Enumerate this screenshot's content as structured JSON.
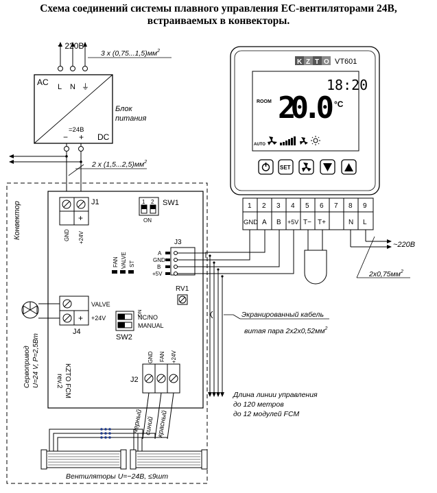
{
  "title": {
    "line1": "Схема соединений системы плавного управления ЕС-вентиляторами 24В,",
    "line2": "встраиваемых в конвекторы."
  },
  "power_supply": {
    "mains": "~ 220В",
    "input_cable": "3 x (0,75...1,5)мм",
    "input_cable_sup": "2",
    "ac": "AC",
    "dc": "DC",
    "l": "L",
    "n": "N",
    "pe": "⏚",
    "out_voltage": "=24В",
    "minus": "−",
    "plus": "+",
    "name_l1": "Блок",
    "name_l2": "питания"
  },
  "out_cable": {
    "text": "2 x (1,5...2,5)мм",
    "sup": "2"
  },
  "convector": {
    "label": "Конвектор",
    "j1": "J1",
    "j1_gnd": "GND",
    "j1_24v": "+24V",
    "sw1": "SW1",
    "sw1_1": "1",
    "sw1_2": "2",
    "sw1_on": "ON",
    "leds": [
      "FAN",
      "VALVE",
      "ST"
    ],
    "j3": "J3",
    "j3_pins": [
      "A",
      "GND",
      "B",
      "+5V"
    ],
    "rv1": "RV1",
    "j4": "J4",
    "j4_valve": "VALVE",
    "j4_24v": "+24V",
    "sw2": "SW2",
    "sw2_nc_no": "NC/NO",
    "sw2_manual": "MANUAL",
    "sw2_on": "ON",
    "board_name": "KZTO FCM",
    "board_rev": "rev.2",
    "j2": "J2",
    "j2_pins": [
      "GND",
      "FAN",
      "+24V"
    ]
  },
  "servo": {
    "line1": "Сервопривод",
    "line2": "U=24 V, P=2,5Вт"
  },
  "fan_wires": [
    "черный",
    "синий",
    "красный"
  ],
  "fans_caption": "Вентиляторы U=−24В,  ≤9шт",
  "thermostat": {
    "brand": [
      "K",
      "Z",
      "T",
      "O"
    ],
    "model": "VT601",
    "time": "18:20",
    "room": "ROOM",
    "temp": "20.0",
    "unit": "°C",
    "auto": "AUTO",
    "buttons": [
      {
        "name": "power-button",
        "label": "⏻"
      },
      {
        "name": "set-button",
        "label": "SET"
      },
      {
        "name": "fan-button",
        "label": "✇"
      },
      {
        "name": "down-button",
        "label": "▼"
      },
      {
        "name": "up-button",
        "label": "▲"
      }
    ],
    "terminal_numbers": [
      "1",
      "2",
      "3",
      "4",
      "5",
      "6",
      "7",
      "8",
      "9"
    ],
    "terminal_labels": [
      "GND",
      "A",
      "B",
      "+5V",
      "T−",
      "T+",
      "",
      "N",
      "L"
    ]
  },
  "mains_right": "~220В",
  "mains_right_cable": {
    "text": "2х0,75мм",
    "sup": "2"
  },
  "shielded_cable": {
    "line1": "Экранированный кабель",
    "line2": "витая пара 2х2х0,52мм",
    "sup": "2"
  },
  "line_length": {
    "line1": "Длина линии управления",
    "line2": "до 120 метров",
    "line3": "до 12 модулей FCM"
  }
}
